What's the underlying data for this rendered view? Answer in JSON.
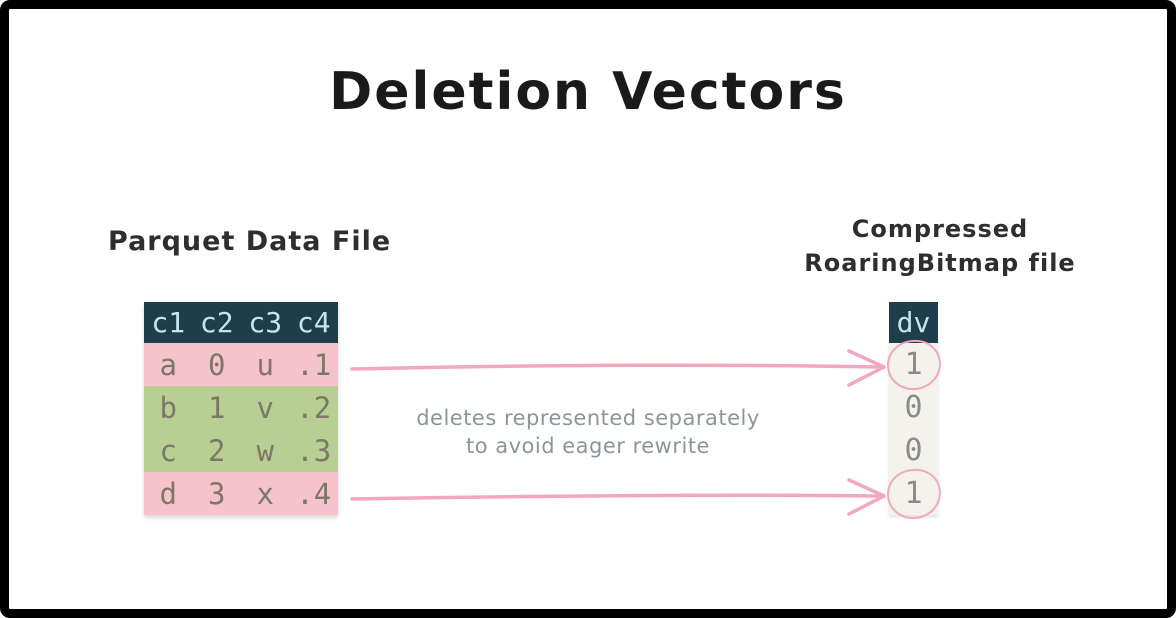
{
  "title": "Deletion Vectors",
  "parquet_table": {
    "label": "Parquet Data File",
    "headers": [
      "c1",
      "c2",
      "c3",
      "c4"
    ],
    "rows": [
      {
        "tone": "pink",
        "deleted": true,
        "cells": [
          "a",
          "0",
          "u",
          ".1"
        ]
      },
      {
        "tone": "green",
        "deleted": false,
        "cells": [
          "b",
          "1",
          "v",
          ".2"
        ]
      },
      {
        "tone": "green",
        "deleted": false,
        "cells": [
          "c",
          "2",
          "w",
          ".3"
        ]
      },
      {
        "tone": "pink",
        "deleted": true,
        "cells": [
          "d",
          "3",
          "x",
          ".4"
        ]
      }
    ]
  },
  "bitmap_column": {
    "label_line1": "Compressed",
    "label_line2": "RoaringBitmap file",
    "header": "dv",
    "values": [
      "1",
      "0",
      "0",
      "1"
    ],
    "circled_rows": [
      0,
      3
    ]
  },
  "annotation": {
    "line1": "deletes represented separately",
    "line2": "to avoid eager rewrite"
  },
  "colors": {
    "header_bg": "#1e3d4d",
    "header_text": "#c2e5f2",
    "row_pink": "#f6c2cb",
    "row_green": "#b7cf93",
    "row_text": "#7d7768",
    "dv_body_bg": "#f4f2ed",
    "dv_text": "#8b8b89",
    "accent_pink": "#f2a7bd",
    "annotation_text": "#8e949b",
    "frame_border": "#000000",
    "title_text": "#1a1a1a",
    "label_text": "#2e2e2e"
  }
}
